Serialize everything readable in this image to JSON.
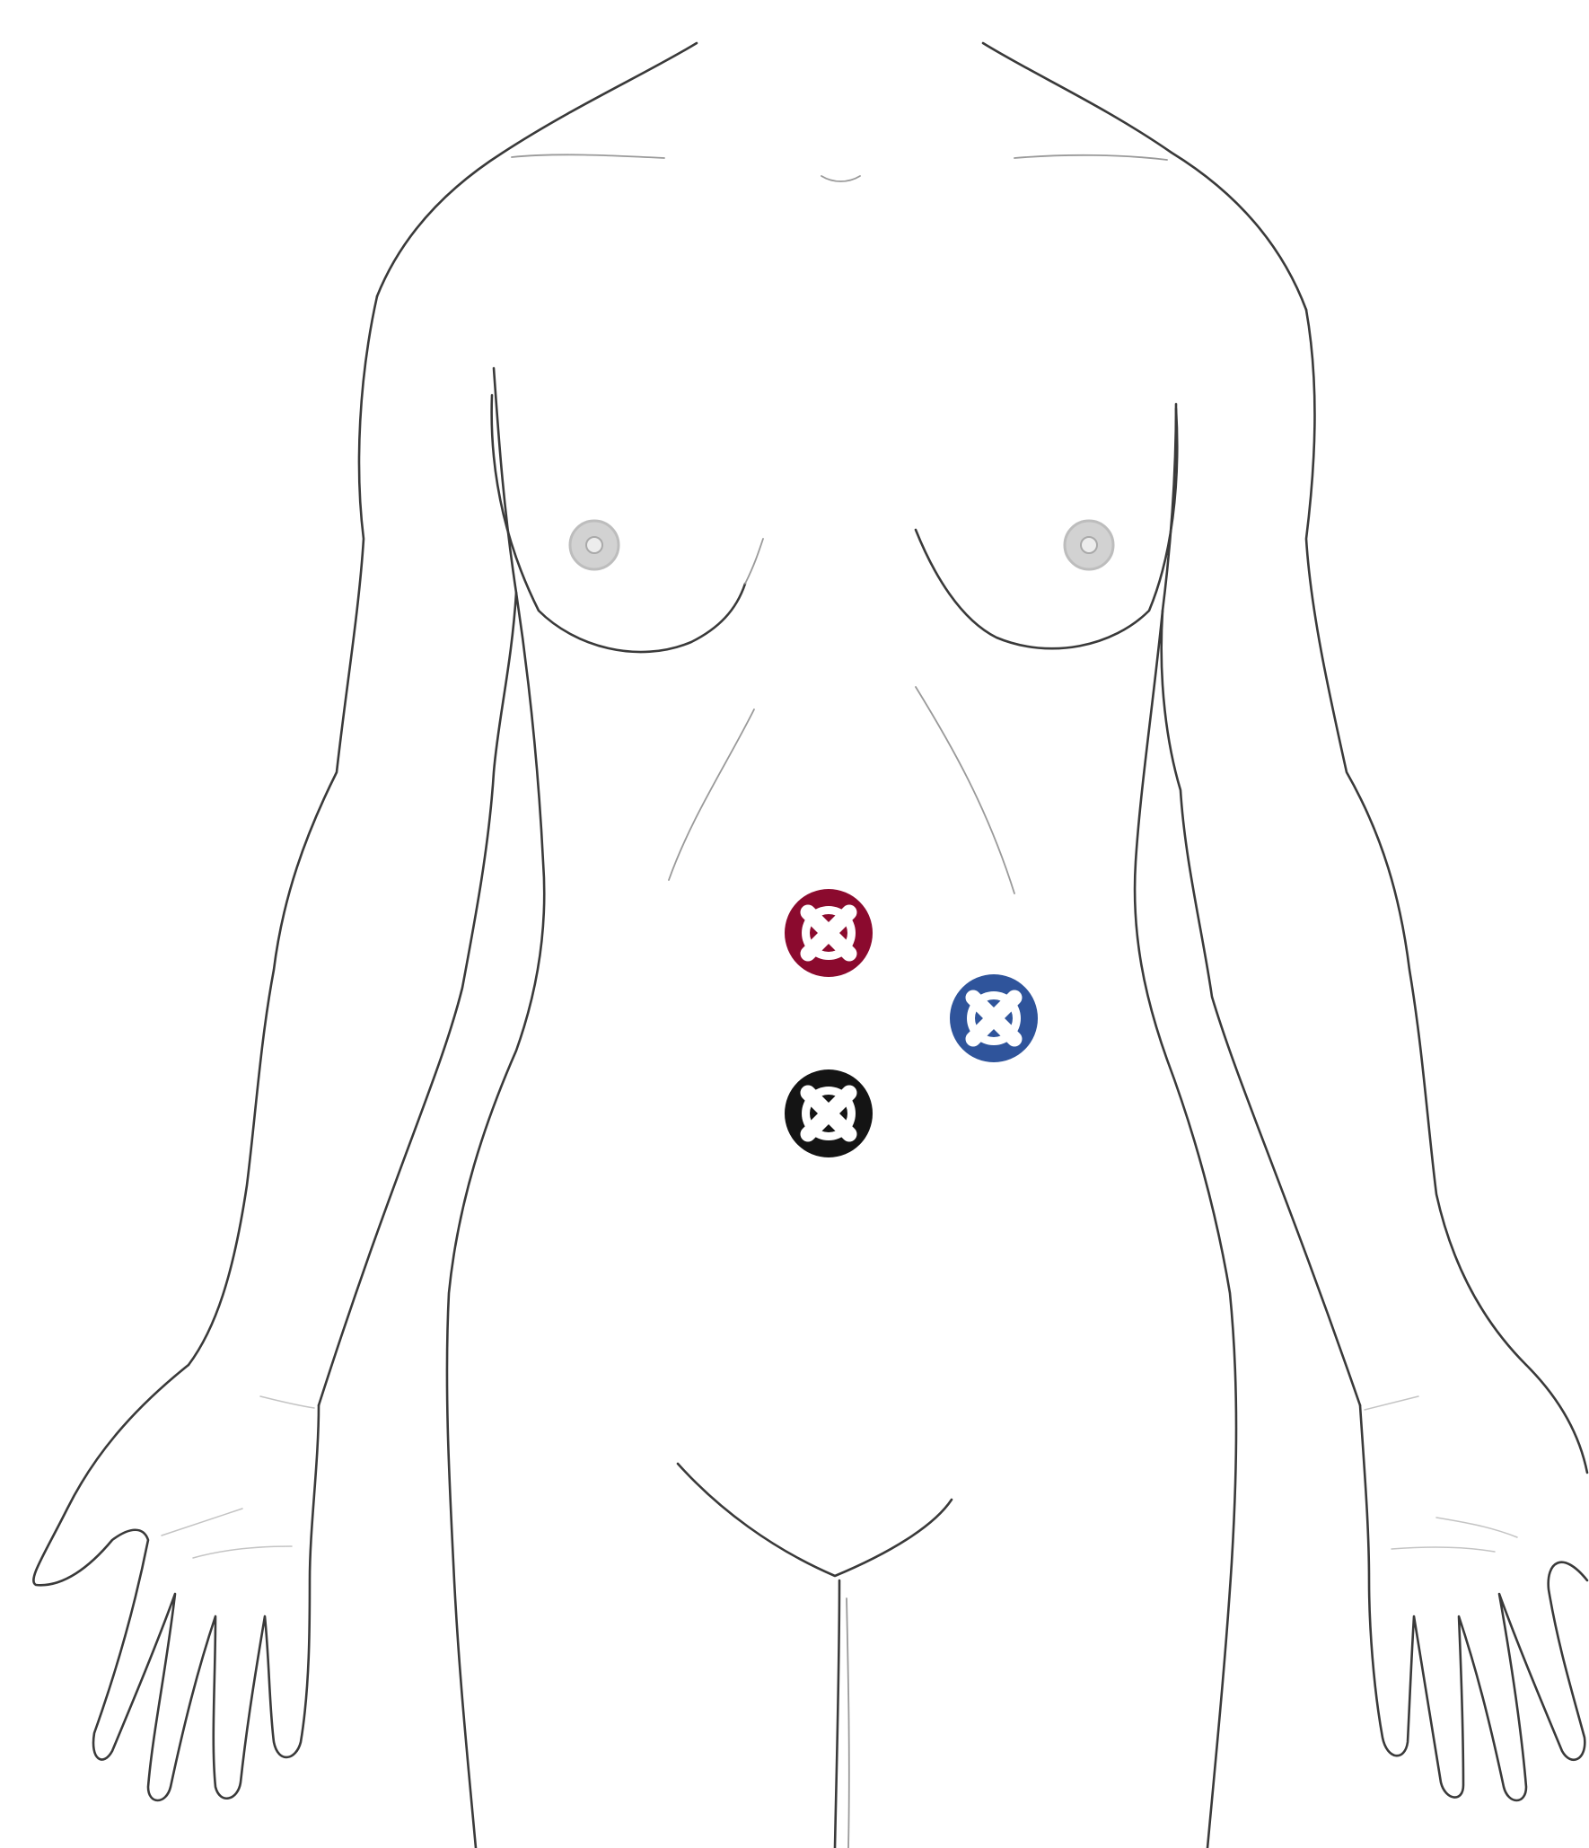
{
  "figure": {
    "subject": "female-body-front-outline",
    "line_color": "#3a3a3a",
    "background": "#ffffff"
  },
  "markers": [
    {
      "id": "marker-red",
      "icon": "circled-x-icon",
      "color": "#8b0a2e"
    },
    {
      "id": "marker-blue",
      "icon": "circled-x-icon",
      "color": "#2f549b"
    },
    {
      "id": "marker-black",
      "icon": "circled-x-icon",
      "color": "#141414"
    }
  ]
}
